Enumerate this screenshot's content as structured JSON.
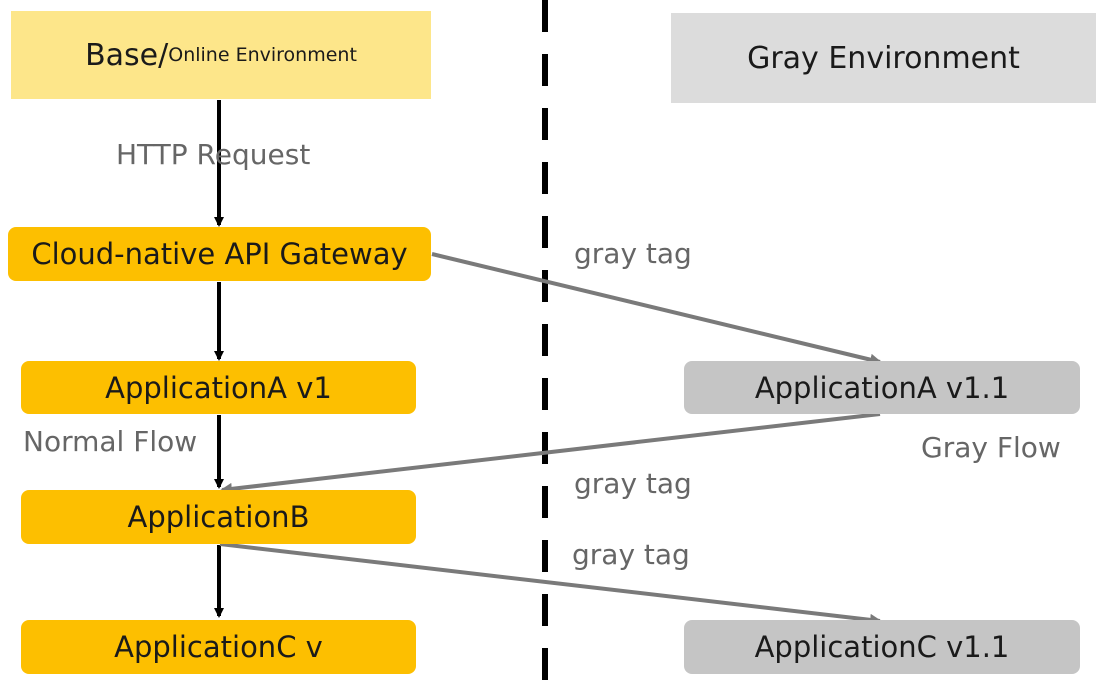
{
  "environments": {
    "base_main": "Base/",
    "base_sub": "Online Environment",
    "gray": "Gray Environment"
  },
  "nodes": {
    "gateway": "Cloud-native API Gateway",
    "app_a_v1": "ApplicationA v1",
    "app_b": "ApplicationB",
    "app_c_v": "ApplicationC v",
    "app_a_v11": "ApplicationA v1.1",
    "app_c_v11": "ApplicationC v1.1"
  },
  "labels": {
    "http_request": "HTTP Request",
    "normal_flow": "Normal Flow",
    "gray_flow": "Gray Flow",
    "gray_tag_1": "gray tag",
    "gray_tag_2": "gray tag",
    "gray_tag_3": "gray tag"
  },
  "colors": {
    "base_env": "#fde68a",
    "gray_env": "#dcdcdc",
    "normal_node": "#fdbf00",
    "gray_node": "#c5c5c5",
    "normal_arrow": "#000000",
    "gray_arrow": "#7a7a7a"
  }
}
